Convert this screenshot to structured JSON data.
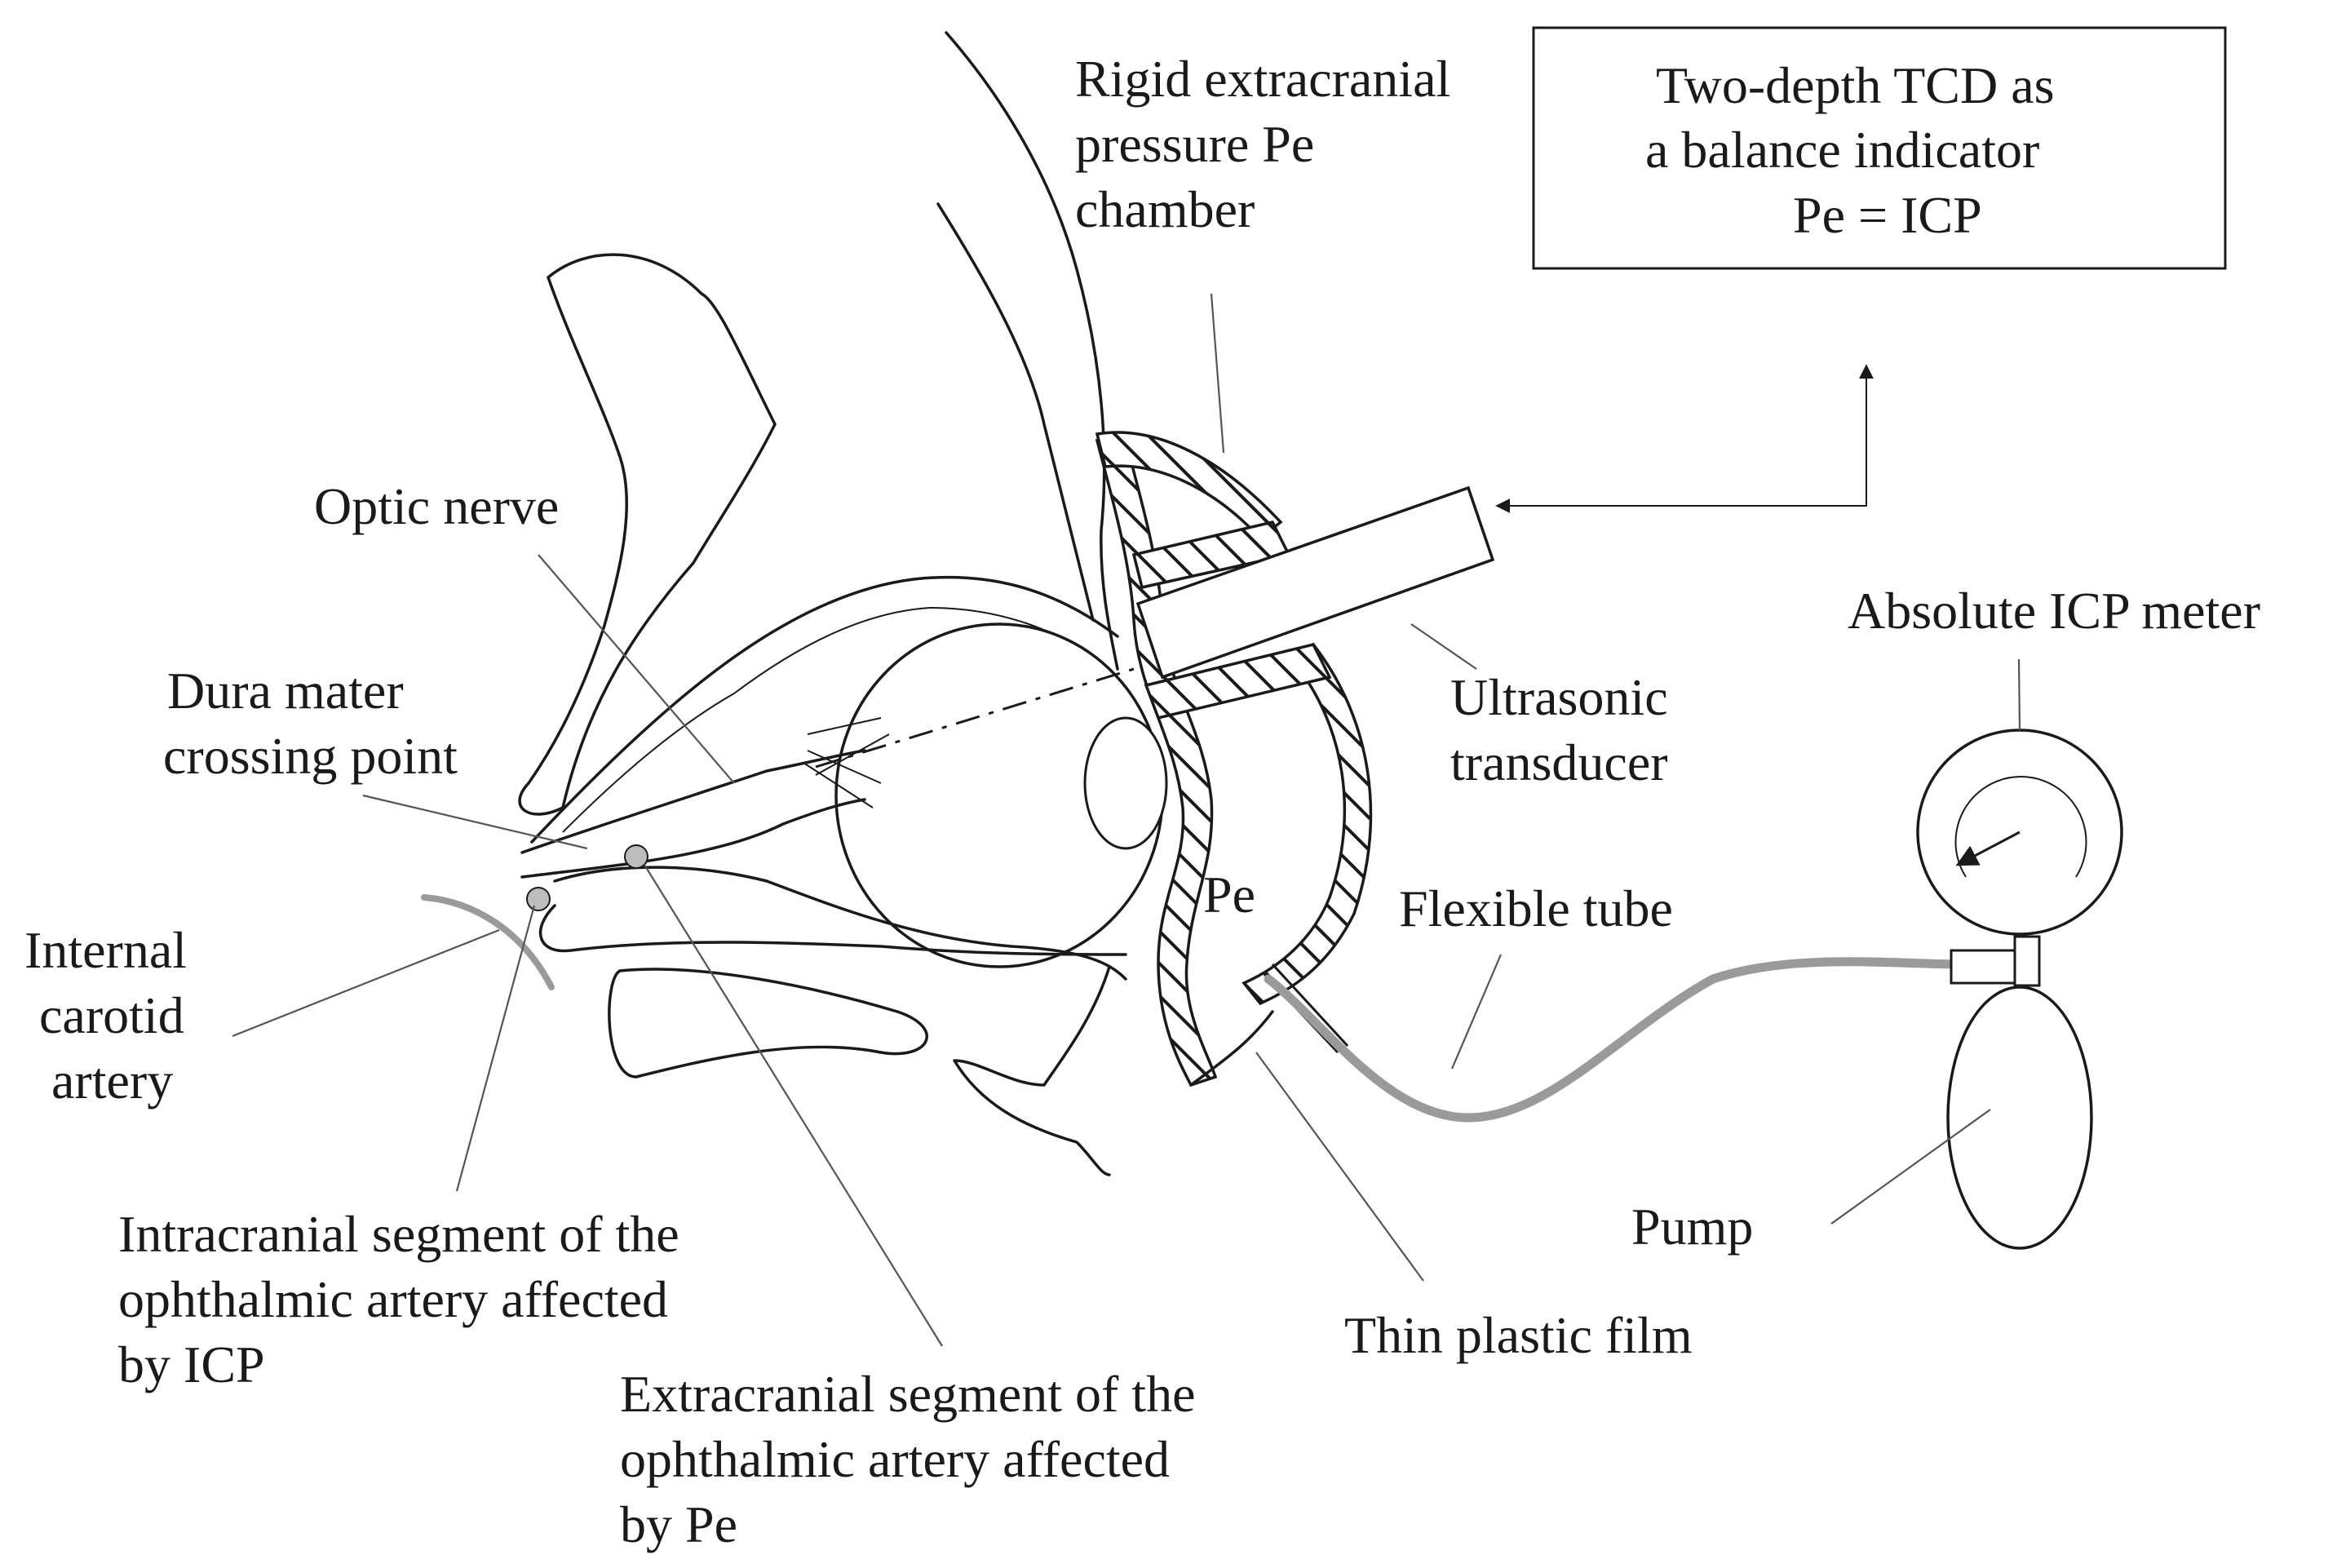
{
  "labels": {
    "balance_box_line1": "Two-depth TCD as",
    "balance_box_line2": "a balance indicator",
    "balance_box_line3": "Pe = ICP",
    "chamber_line1": "Rigid extracranial",
    "chamber_line2": "pressure Pe",
    "chamber_line3": "chamber",
    "optic_nerve": "Optic nerve",
    "dura_line1": "Dura mater",
    "dura_line2": "crossing point",
    "internal_line1": "Internal",
    "internal_line2": "carotid",
    "internal_line3": "artery",
    "intracranial_line1": "Intracranial segment of the",
    "intracranial_line2": "ophthalmic artery affected",
    "intracranial_line3": "by ICP",
    "extracranial_line1": "Extracranial segment of the",
    "extracranial_line2": "ophthalmic artery affected",
    "extracranial_line3": "by Pe",
    "ultrasonic_line1": "Ultrasonic",
    "ultrasonic_line2": "transducer",
    "absolute_icp_meter": "Absolute ICP meter",
    "pe": "Pe",
    "flexible_tube": "Flexible tube",
    "pump": "Pump",
    "thin_plastic_film": "Thin plastic film"
  },
  "colors": {
    "ink": "#1a1a1a",
    "tube": "#9a9a9a",
    "marker": "#bdbdbd",
    "background": "#ffffff"
  }
}
